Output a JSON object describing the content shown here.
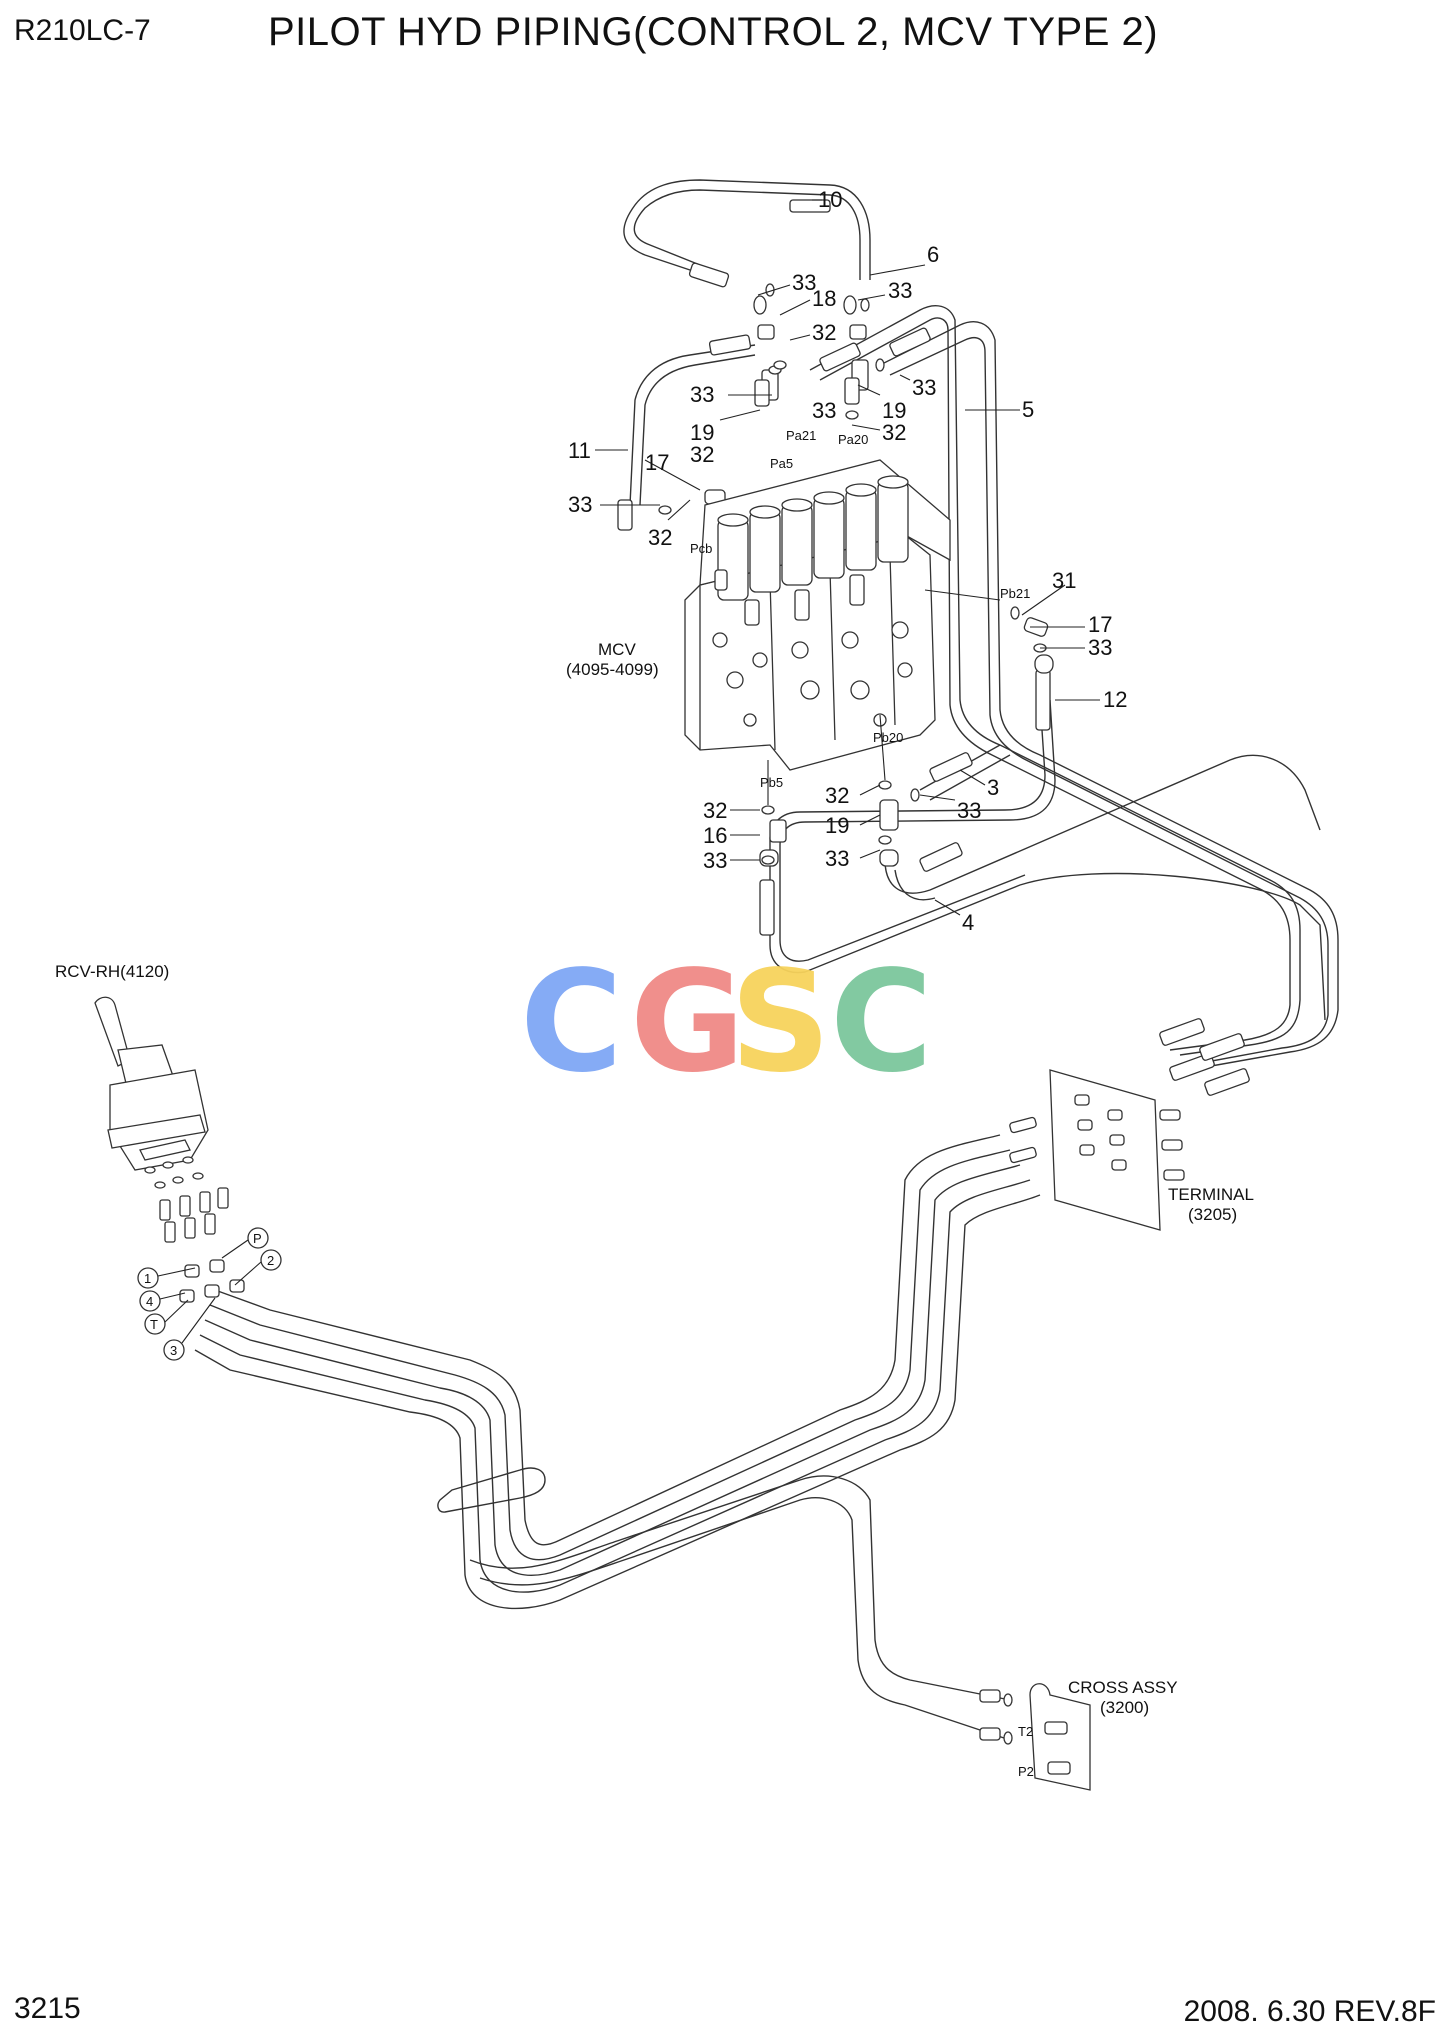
{
  "header": {
    "model": "R210LC-7",
    "title": "PILOT HYD PIPING(CONTROL 2, MCV TYPE 2)"
  },
  "footer": {
    "page_number": "3215",
    "date_rev": "2008. 6.30  REV.8F"
  },
  "watermark": {
    "letters": [
      "C",
      "G",
      "S",
      "C"
    ],
    "colors": [
      "#7fa7f5",
      "#f08a86",
      "#f7d35c",
      "#7cc79d"
    ]
  },
  "components": {
    "mcv_name": "MCV",
    "mcv_range": "(4095-4099)",
    "rcv": "RCV-RH(4120)",
    "terminal_name": "TERMINAL",
    "terminal_code": "(3205)",
    "cross_name": "CROSS ASSY",
    "cross_code": "(3200)"
  },
  "ports": {
    "pa21": "Pa21",
    "pa5": "Pa5",
    "pa20": "Pa20",
    "pcb": "Pcb",
    "pb21": "Pb21",
    "pb20": "Pb20",
    "pb5": "Pb5",
    "t2": "T2",
    "p2": "P2"
  },
  "callouts": {
    "c10": "10",
    "c6": "6",
    "c33a": "33",
    "c18": "18",
    "c33b": "33",
    "c32a": "32",
    "c33c": "33",
    "c5": "5",
    "c33d": "33",
    "c19a": "19",
    "c33e": "33",
    "c19b": "19",
    "c32b": "32",
    "c11": "11",
    "c32c": "32",
    "c17a": "17",
    "c33f": "33",
    "c32d": "32",
    "c31": "31",
    "c17b": "17",
    "c33g": "33",
    "c12": "12",
    "c3": "3",
    "c32e": "32",
    "c33h": "33",
    "c32f": "32",
    "c16": "16",
    "c19c": "19",
    "c33i": "33",
    "c33j": "33",
    "c4": "4"
  },
  "rcv_ports": {
    "p": "P",
    "one": "1",
    "two": "2",
    "four": "4",
    "t": "T",
    "three": "3"
  }
}
